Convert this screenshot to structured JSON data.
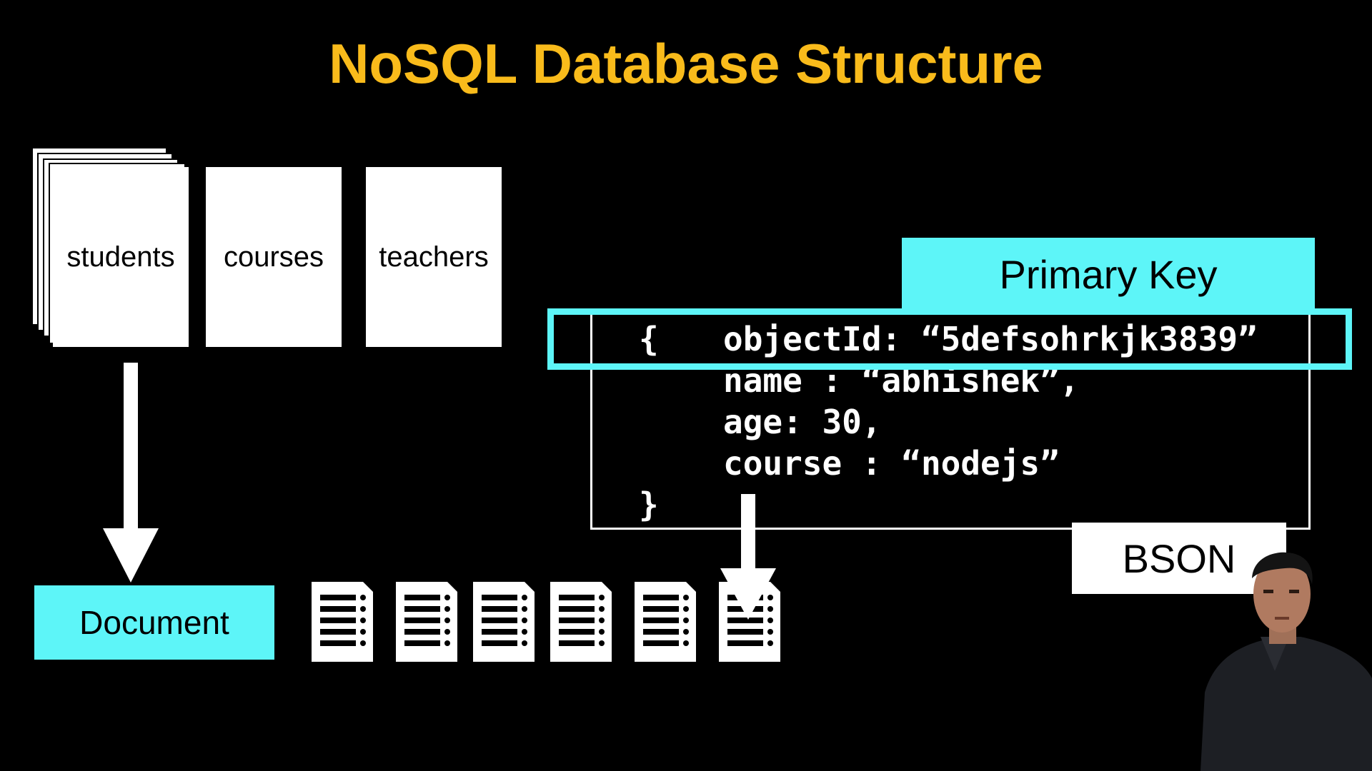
{
  "title": "NoSQL Database Structure",
  "collections": [
    {
      "label": "students"
    },
    {
      "label": "courses"
    },
    {
      "label": "teachers"
    }
  ],
  "document_label": "Document",
  "primary_key_label": "Primary Key",
  "json_lines": {
    "open": "{",
    "object_id": "objectId: “5defsohrkjk3839”",
    "name": "name : “abhishek”,",
    "age": "age: 30,",
    "course": "course : “nodejs”",
    "close": "}"
  },
  "bson_label": "BSON",
  "colors": {
    "title": "#f9bb1b",
    "accent": "#5df5f8",
    "background": "#000000"
  }
}
